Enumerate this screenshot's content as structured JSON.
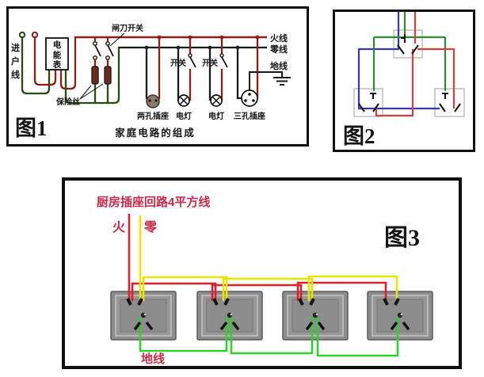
{
  "figure1": {
    "label": "图1",
    "caption": "家庭电路的组成",
    "incoming_line": "进户线",
    "meter": "电能表",
    "knife_switch": "闸刀开关",
    "fuse": "保险丝",
    "live_wire": "火线",
    "neutral_wire": "零线",
    "ground_wire": "地线",
    "switch1": "开关",
    "switch2": "开关",
    "two_hole_socket": "两孔插座",
    "lamp1": "电灯",
    "lamp2": "电灯",
    "three_hole_socket": "三孔插座",
    "colors": {
      "live": "#8e1e18",
      "neutral_loop": "#2a4a1a",
      "neutral_bus": "#1a1a1a",
      "figure_label": "#cb1f3c"
    }
  },
  "figure2": {
    "label": "图2",
    "colors": {
      "blue": "#3b35b8",
      "green": "#2e8b2e",
      "red": "#d14343",
      "figure_label": "#cb1f3c"
    }
  },
  "figure3": {
    "label": "图3",
    "title": "厨房插座回路4平方线",
    "live": "火",
    "neutral": "零",
    "ground": "地线",
    "socket_count": 4,
    "colors": {
      "live": "#dd1f2e",
      "neutral": "#e9e500",
      "ground": "#2ed12e",
      "text": "#cb2a4a",
      "figure_label": "#cb1f3c"
    }
  }
}
